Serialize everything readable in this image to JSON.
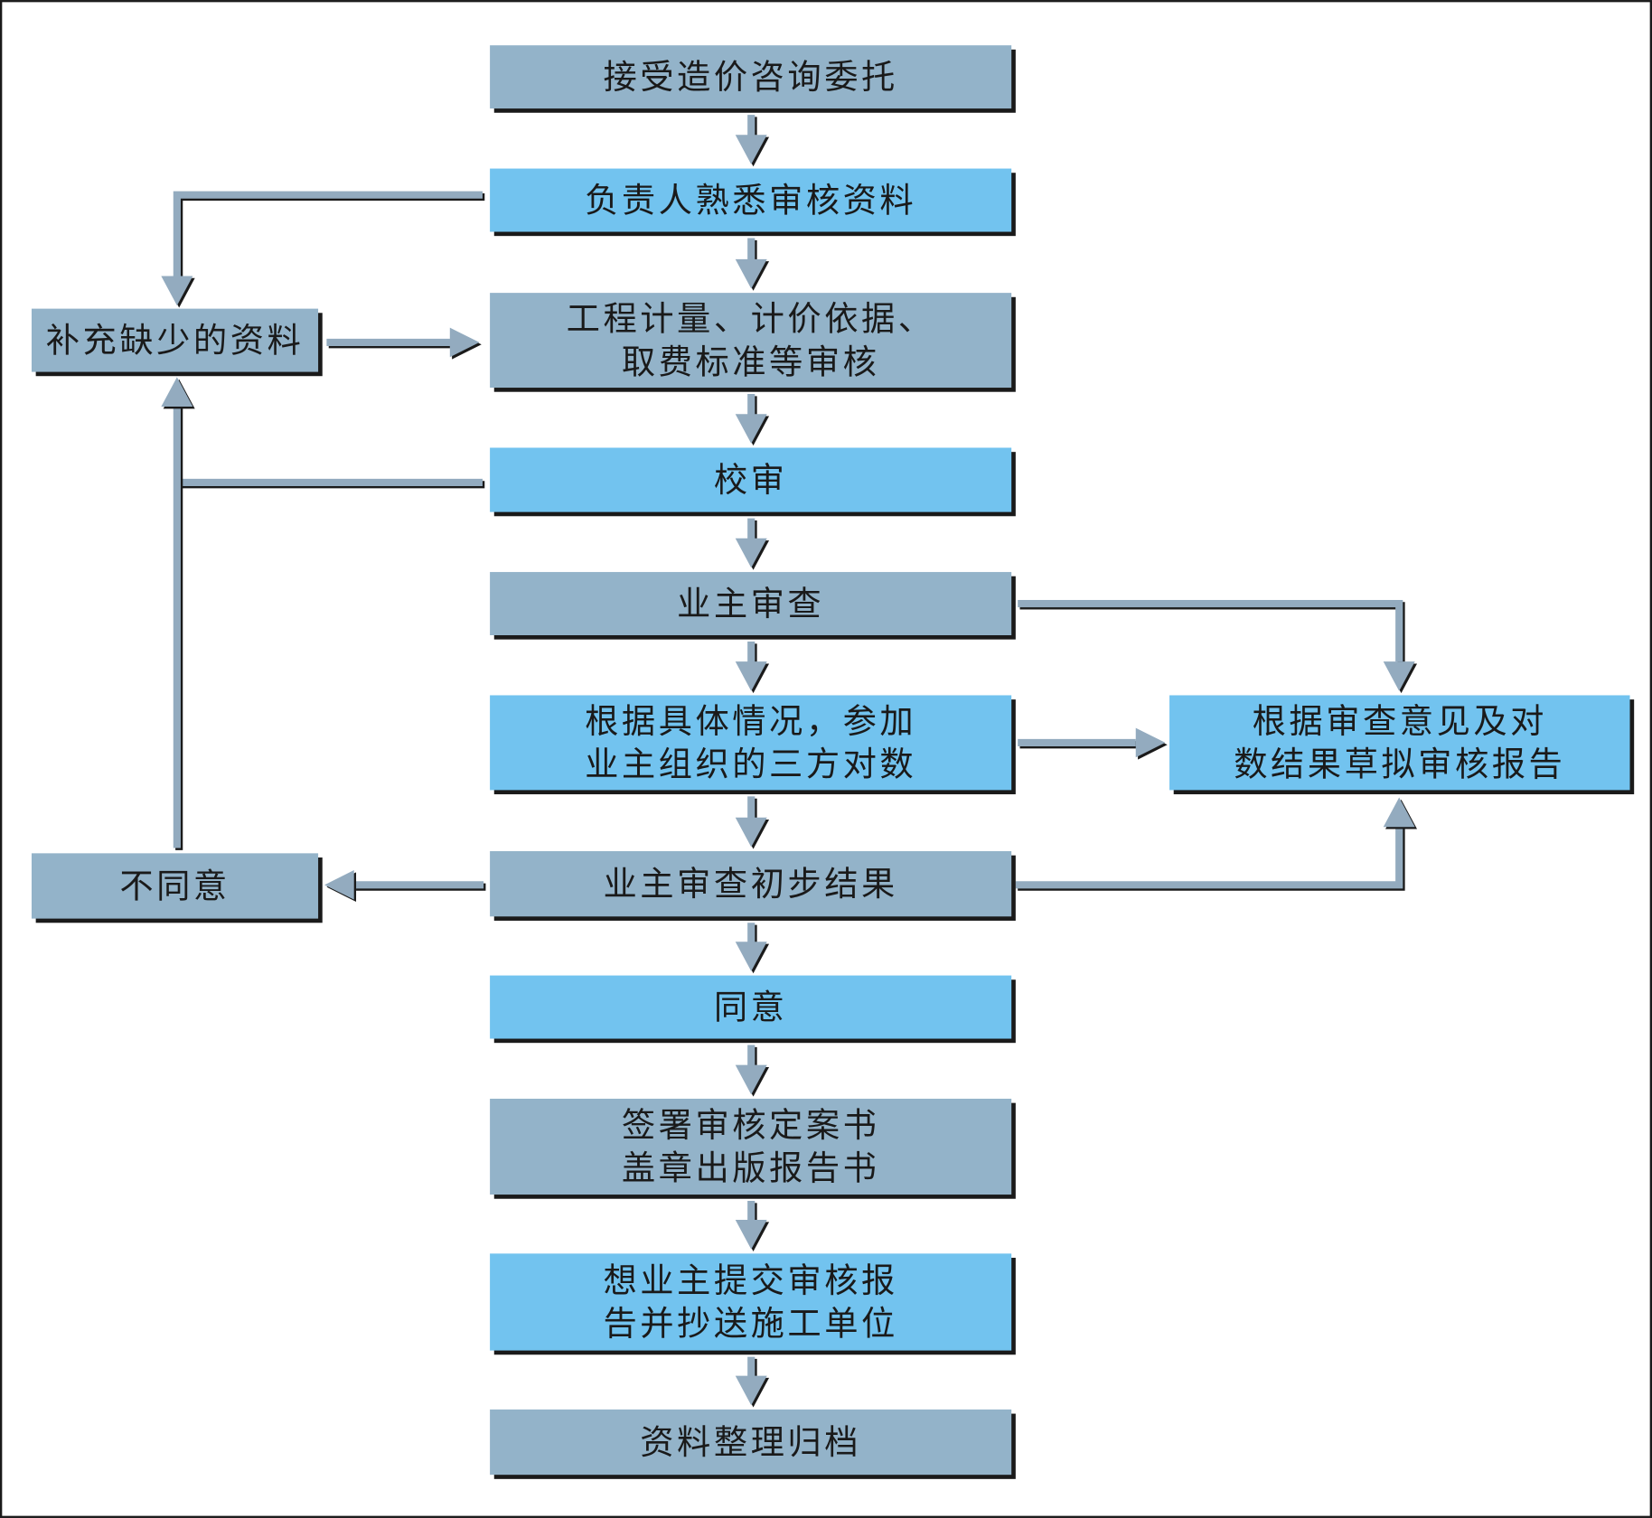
{
  "colors": {
    "gray_box": "#93b3c9",
    "blue_box": "#72c3ef",
    "arrow": "#93abbf",
    "shadow": "#1a1a1a"
  },
  "nodes": {
    "n1": {
      "lines": [
        "接受造价咨询委托"
      ],
      "color": "gray"
    },
    "n2": {
      "lines": [
        "负责人熟悉审核资料"
      ],
      "color": "blue"
    },
    "n3": {
      "lines": [
        "工程计量、计价依据、",
        "取费标准等审核"
      ],
      "color": "gray"
    },
    "n4": {
      "lines": [
        "校审"
      ],
      "color": "blue"
    },
    "n5": {
      "lines": [
        "业主审查"
      ],
      "color": "gray"
    },
    "n6": {
      "lines": [
        "根据具体情况，参加",
        "业主组织的三方对数"
      ],
      "color": "blue"
    },
    "n7": {
      "lines": [
        "业主审查初步结果"
      ],
      "color": "gray"
    },
    "n8": {
      "lines": [
        "同意"
      ],
      "color": "blue"
    },
    "n9": {
      "lines": [
        "签署审核定案书",
        "盖章出版报告书"
      ],
      "color": "gray"
    },
    "n10": {
      "lines": [
        "想业主提交审核报",
        "告并抄送施工单位"
      ],
      "color": "blue"
    },
    "n11": {
      "lines": [
        "资料整理归档"
      ],
      "color": "gray"
    },
    "supplement": {
      "lines": [
        "补充缺少的资料"
      ],
      "color": "gray"
    },
    "disagree": {
      "lines": [
        "不同意"
      ],
      "color": "gray"
    },
    "draft": {
      "lines": [
        "根据审查意见及对",
        "数结果草拟审核报告"
      ],
      "color": "blue"
    }
  }
}
